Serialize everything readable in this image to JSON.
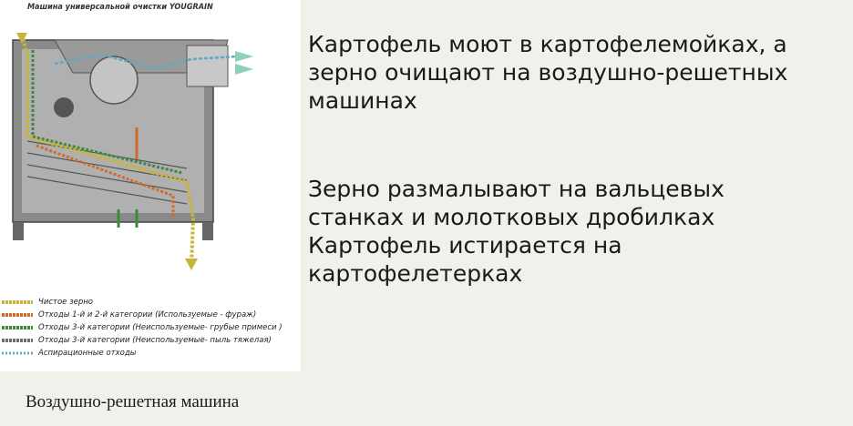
{
  "figure": {
    "title": "Машина универсальной очистки YOUGRAIN",
    "legend": [
      {
        "label": "Чистое зерно",
        "color": "#c9b43a"
      },
      {
        "label": "Отходы 1-й и 2-й категории (Используемые - фураж)",
        "color": "#d06a2a"
      },
      {
        "label": "Отходы 3-й категории (Неиспользуемые- грубые примеси )",
        "color": "#3f8a3a"
      },
      {
        "label": "Отходы 3-й категории (Неиспользуемые- пыль тяжелая)",
        "color": "#6a6f78"
      },
      {
        "label": "Аспирационные отходы",
        "color": "#5fa8c8"
      }
    ]
  },
  "caption": "Воздушно-решетная машина",
  "text_block_1": [
    "Картофель моют в картофелемойках, а",
    "зерно очищают на воздушно-решетных",
    "машинах"
  ],
  "text_block_2": [
    "Зерно размалывают на вальцевых",
    "станках и молотковых дробилках",
    "Картофель истирается на",
    "картофелетерках"
  ],
  "colors": {
    "background": "#f2f0eb",
    "machine_body": "#7d7d7d",
    "machine_interior": "#a9a9a9"
  }
}
